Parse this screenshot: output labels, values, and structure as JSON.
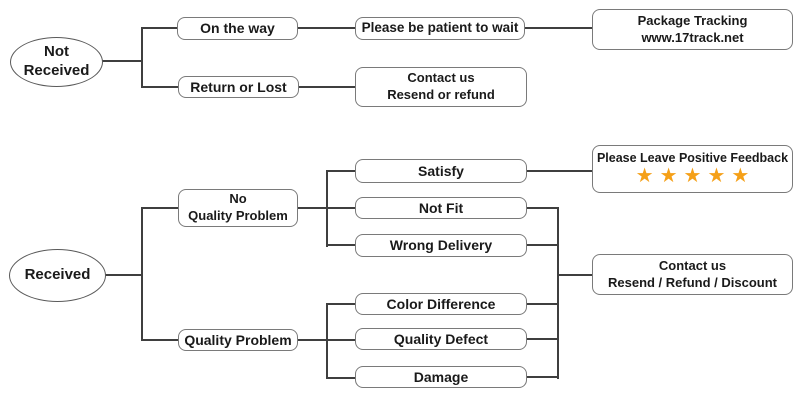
{
  "diagram_title": "Package delivery customer service flowchart",
  "colors": {
    "connector_line": "#3f3f3f",
    "box_border": "#7a7a7a",
    "text": "#1a1a1a",
    "star": "#F5A018",
    "background": "#ffffff"
  },
  "nodes": {
    "not_received": {
      "line1": "Not",
      "line2": "Received"
    },
    "on_the_way": {
      "label": "On the way"
    },
    "please_be_patient": {
      "label": "Please be patient to wait"
    },
    "package_tracking": {
      "line1": "Package Tracking",
      "line2": "www.17track.net"
    },
    "return_or_lost": {
      "label": "Return or Lost"
    },
    "contact_resend_refund": {
      "line1": "Contact us",
      "line2": "Resend or refund"
    },
    "received": {
      "label": "Received"
    },
    "no_quality_problem": {
      "line1": "No",
      "line2": "Quality Problem"
    },
    "satisfy": {
      "label": "Satisfy"
    },
    "positive_feedback": {
      "label": "Please Leave Positive Feedback",
      "stars": "★★★★★",
      "star_count": 5
    },
    "not_fit": {
      "label": "Not Fit"
    },
    "wrong_delivery": {
      "label": "Wrong Delivery"
    },
    "quality_problem": {
      "label": "Quality Problem"
    },
    "color_difference": {
      "label": "Color Difference"
    },
    "quality_defect": {
      "label": "Quality Defect"
    },
    "damage": {
      "label": "Damage"
    },
    "contact_resend_refund_discount": {
      "line1": "Contact us",
      "line2": "Resend / Refund / Discount"
    }
  }
}
